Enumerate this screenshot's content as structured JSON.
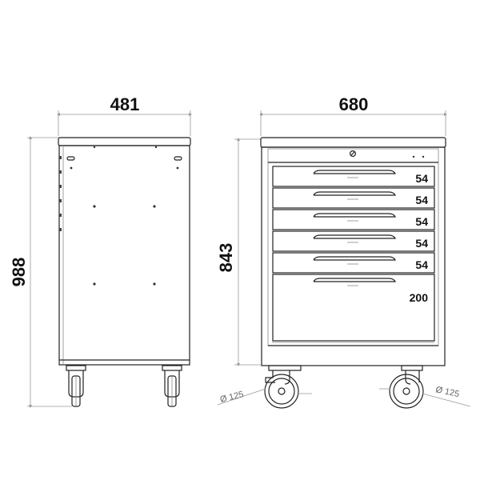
{
  "side_view": {
    "width_label": "481",
    "height_label": "988"
  },
  "front_view": {
    "width_label": "680",
    "height_label": "843",
    "drawers": [
      {
        "label": "54"
      },
      {
        "label": "54"
      },
      {
        "label": "54"
      },
      {
        "label": "54"
      },
      {
        "label": "54"
      },
      {
        "label": "200"
      }
    ]
  },
  "wheels": {
    "left_label": "Ø 125",
    "right_label": "Ø 125"
  }
}
